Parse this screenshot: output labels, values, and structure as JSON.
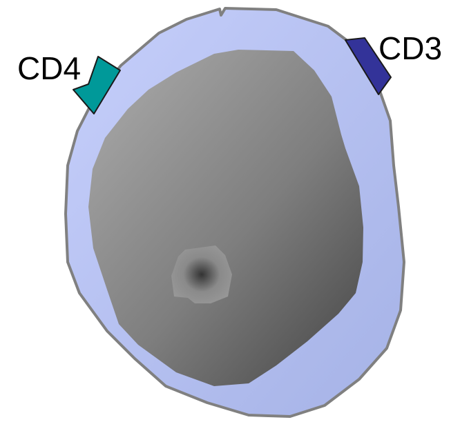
{
  "diagram": {
    "markers": [
      {
        "id": "cd4",
        "label": "CD4",
        "color": "#009999"
      },
      {
        "id": "cd3",
        "label": "CD3",
        "color": "#333399"
      }
    ],
    "colors": {
      "membrane_light": "#c6cffb",
      "membrane_dark": "#a5b2e6",
      "outline": "#808080",
      "nucleus_light": "#a4a4a4",
      "nucleus_dark": "#4e4e4e",
      "nucleolus_center": "#333333"
    }
  }
}
